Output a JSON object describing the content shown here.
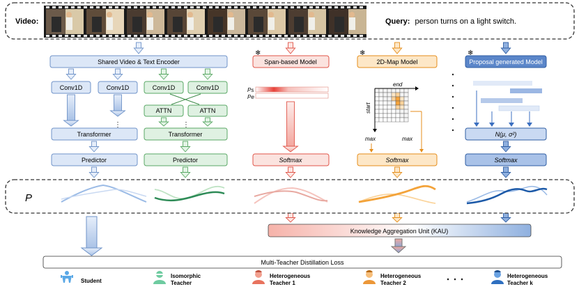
{
  "video_label": "Video:",
  "query_label": "Query:",
  "query_text": "person turns on a light switch.",
  "shared_encoder": "Shared Video & Text Encoder",
  "conv": "Conv1D",
  "attn": "ATTN",
  "transformer": "Transformer",
  "predictor": "Predictor",
  "span_model": "Span-based Model",
  "map_model": "2D-Map Model",
  "proposal_model": "Proposal generated Model",
  "softmax": "Softmax",
  "ps": "Ps",
  "pe": "Pe",
  "end": "end",
  "start": "start",
  "max": "max",
  "gaussian": "N(μ, σ²)",
  "p_label": "P",
  "kau": "Knowledge Aggregation Unit (KAU)",
  "loss": "Multi-Teacher Distillation Loss",
  "legend": [
    {
      "line1": "Student",
      "line2": ""
    },
    {
      "line1": "Isomorphic",
      "line2": "Teacher"
    },
    {
      "line1": "Heterogeneous",
      "line2": "Teacher 1"
    },
    {
      "line1": "Heterogeneous",
      "line2": "Teacher 2"
    },
    {
      "line1": "Heterogeneous",
      "line2": "Teacher k"
    }
  ],
  "snowflake": "❄",
  "vdots": "⋮",
  "colors": {
    "blue_light": "#dce7f7",
    "blue_stroke": "#6f93c8",
    "green_light": "#dff1e2",
    "green_stroke": "#5aa865",
    "red_light": "#fbe3df",
    "red_stroke": "#e0564a",
    "orange_light": "#fde7c7",
    "orange_stroke": "#e58e1b",
    "blue_dark": "#5b86c9",
    "navy": "#1f4e8c"
  }
}
